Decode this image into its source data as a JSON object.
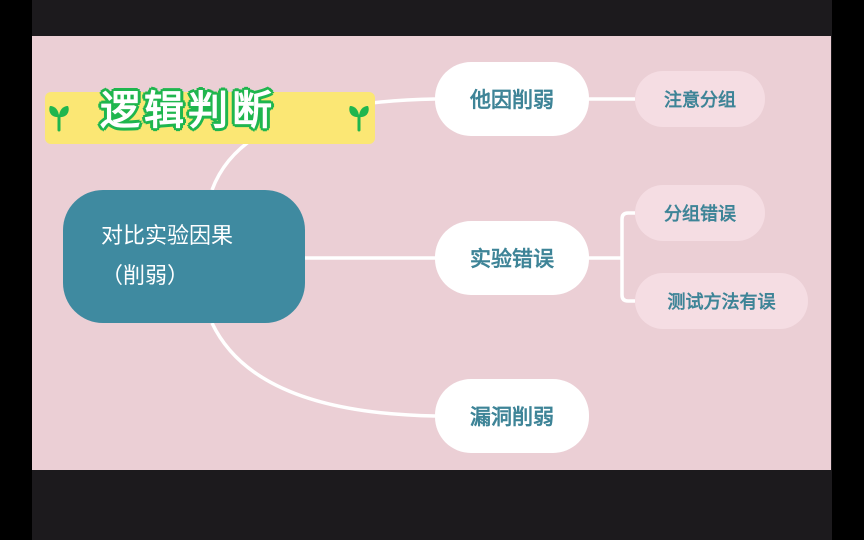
{
  "title": {
    "text": "逻辑判断",
    "banner_color": "#fbe774",
    "outline_color": "#1fb64e"
  },
  "colors": {
    "background": "#ebcfd5",
    "root_fill": "#3f8aa0",
    "branch_fill": "#ffffff",
    "leaf_fill": "#f5dde3",
    "text_teal": "#3e8497",
    "connector": "#ffffff"
  },
  "mindmap": {
    "root": {
      "line1": "对比实验因果",
      "line2": "（削弱）"
    },
    "branches": [
      {
        "label": "他因削弱",
        "children": [
          {
            "label": "注意分组"
          }
        ]
      },
      {
        "label": "实验错误",
        "children": [
          {
            "label": "分组错误"
          },
          {
            "label": "测试方法有误"
          }
        ]
      },
      {
        "label": "漏洞削弱",
        "children": []
      }
    ]
  }
}
